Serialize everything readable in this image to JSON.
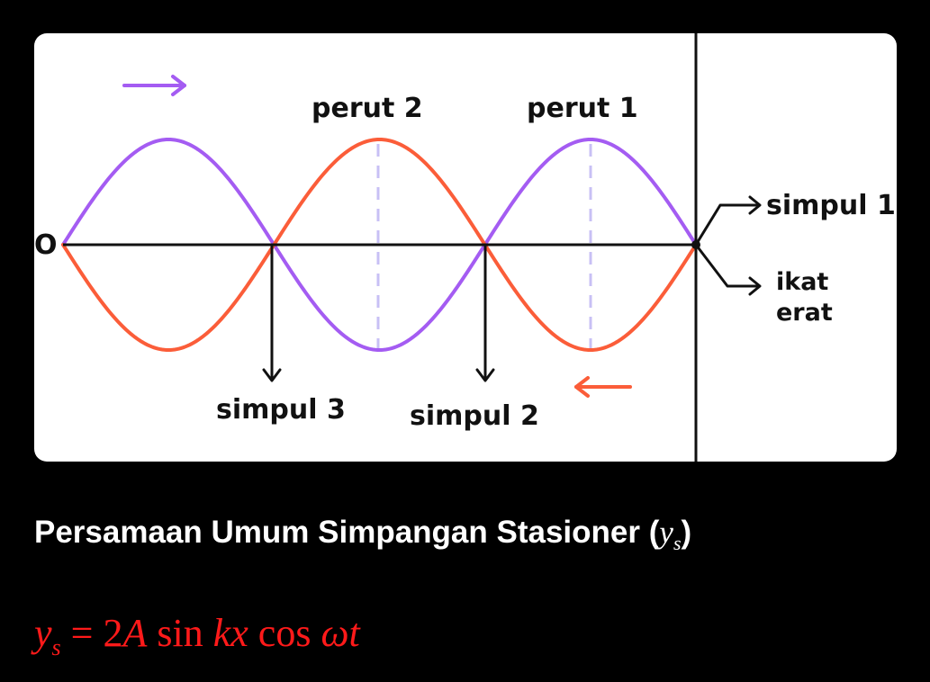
{
  "diagram": {
    "origin_label": "O",
    "colors": {
      "background": "#000000",
      "panel": "#ffffff",
      "incident_wave": "#a45cf2",
      "reflected_wave": "#fb5d39",
      "dashed_antinode": "#c8c0f5",
      "ink": "#111111"
    },
    "incident_arrow": {
      "direction": "right",
      "color": "#a45cf2"
    },
    "reflected_arrow": {
      "direction": "left",
      "color": "#fb5d39"
    },
    "antinodes": [
      {
        "label": "perut 2"
      },
      {
        "label": "perut 1"
      }
    ],
    "nodes": [
      {
        "label": "simpul 3"
      },
      {
        "label": "simpul 2"
      },
      {
        "label": "simpul 1"
      }
    ],
    "fixed_end_label_line1": "ikat",
    "fixed_end_label_line2": "erat"
  },
  "section": {
    "title": "Persamaan Umum Simpangan Stasioner",
    "symbol": "y",
    "subscript": "s"
  },
  "equation": {
    "lhs_var": "y",
    "lhs_sub": "s",
    "equals": "=",
    "coef": "2",
    "amp": "A",
    "sin": "sin",
    "kx": "kx",
    "cos": "cos",
    "omega_t": "ωt"
  }
}
